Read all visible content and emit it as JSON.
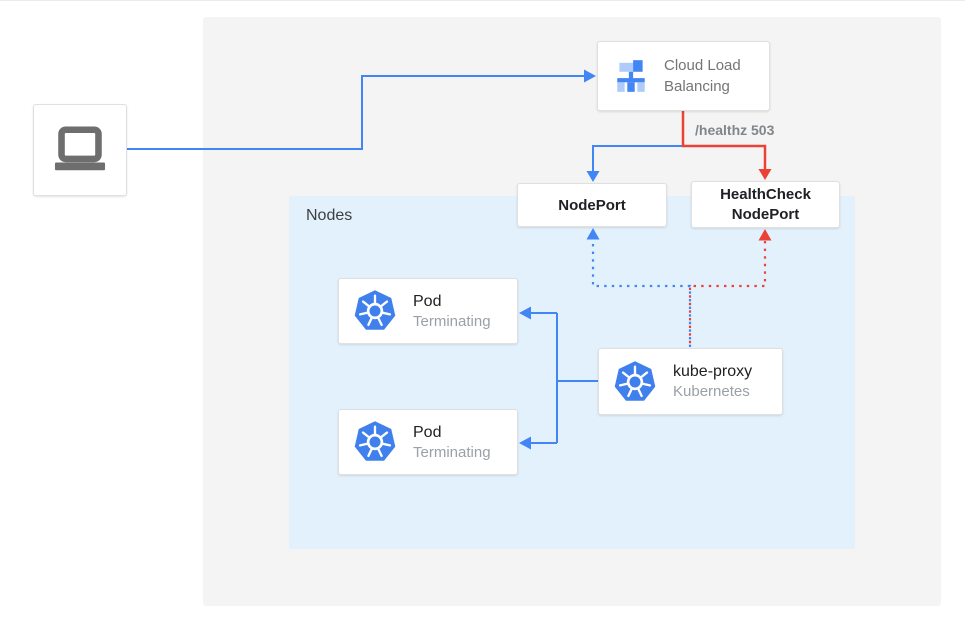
{
  "page": {
    "background": "#ffffff",
    "panel_bg": "#f4f4f4",
    "nodes_group_bg": "#e3f1fd"
  },
  "colors": {
    "blue": "#4285f4",
    "red": "#ea4335",
    "box_border": "#e0e0e0",
    "dark_text": "#202124",
    "gray_text": "#80868b",
    "muted_text": "#757575",
    "laptop_gray": "#6e6e6e"
  },
  "nodes": {
    "client": {
      "icon": "laptop-icon"
    },
    "cloud_load_balancing": {
      "icon": "cloud-load-balancing-icon",
      "title": "Cloud Load Balancing"
    },
    "nodeport": {
      "label": "NodePort"
    },
    "healthcheck_nodeport": {
      "label": "HealthCheck NodePort"
    },
    "nodes_group": {
      "label": "Nodes"
    },
    "pods": [
      {
        "icon": "kubernetes-icon",
        "title": "Pod",
        "subtitle": "Terminating"
      },
      {
        "icon": "kubernetes-icon",
        "title": "Pod",
        "subtitle": "Terminating"
      }
    ],
    "kube_proxy": {
      "icon": "kubernetes-icon",
      "title": "kube-proxy",
      "subtitle": "Kubernetes"
    }
  },
  "labels": {
    "healthz": "/healthz 503"
  },
  "edges": [
    {
      "from": "client",
      "to": "cloud-load-balancing",
      "style": "solid",
      "color": "#4285f4"
    },
    {
      "from": "cloud-load-balancing",
      "to": "nodeport",
      "style": "solid",
      "color": "#4285f4"
    },
    {
      "from": "cloud-load-balancing",
      "to": "healthcheck-nodeport",
      "style": "solid",
      "color": "#ea4335",
      "label": "/healthz 503"
    },
    {
      "from": "kube-proxy",
      "to": "nodeport",
      "style": "dotted",
      "color": "#4285f4"
    },
    {
      "from": "kube-proxy",
      "to": "healthcheck-nodeport",
      "style": "dotted",
      "color": "#ea4335"
    },
    {
      "from": "kube-proxy",
      "to": "pod-1",
      "style": "solid",
      "color": "#4285f4"
    },
    {
      "from": "kube-proxy",
      "to": "pod-2",
      "style": "solid",
      "color": "#4285f4"
    }
  ]
}
